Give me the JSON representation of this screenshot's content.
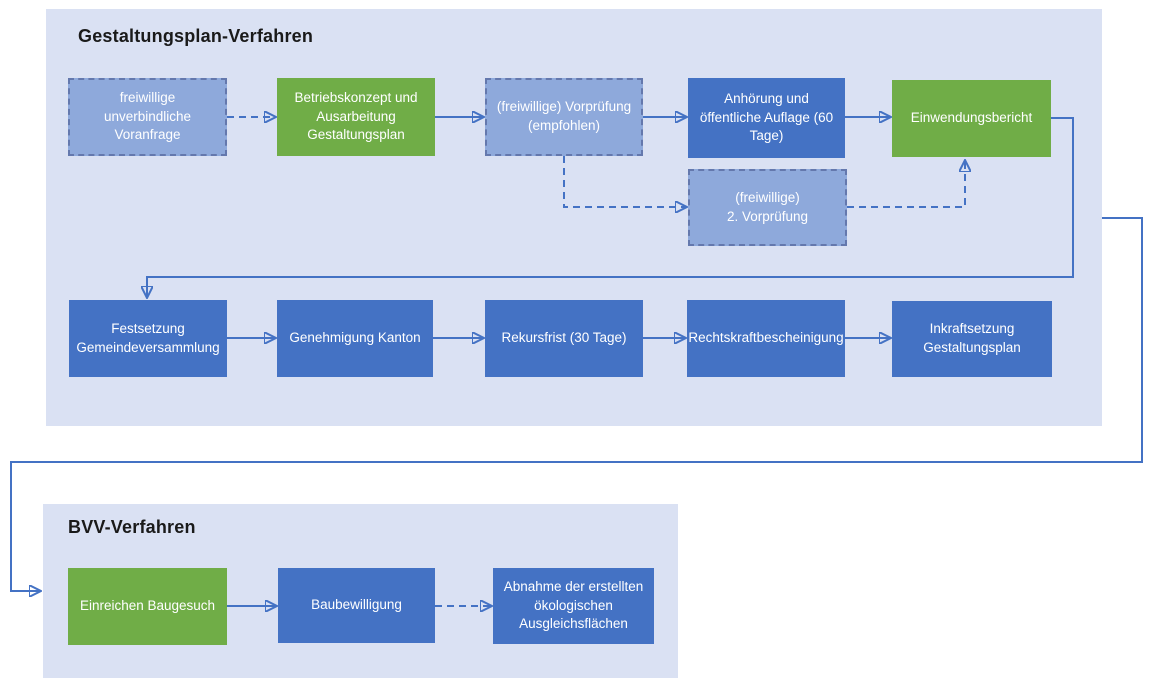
{
  "colors": {
    "process_fill": "#4472c4",
    "milestone_fill": "#70ad47",
    "optional_fill": "#8ea9db",
    "optional_border": "#6478ad",
    "section_background": "#dae1f3",
    "connector": "#4472c4",
    "box_text": "#ffffff",
    "title_text": "#1a1a1a",
    "page_background": "#ffffff"
  },
  "sections": {
    "gestaltungsplan": {
      "title": "Gestaltungsplan-Verfahren",
      "boxes": {
        "voranfrage": {
          "label": "freiwillige unverbindliche\nVoranfrage",
          "type": "optional"
        },
        "betriebskonzept": {
          "label": "Betriebskonzept und\nAusarbeitung\nGestaltungsplan",
          "type": "milestone"
        },
        "vorpruefung": {
          "label": "(freiwillige) Vorprüfung\n(empfohlen)",
          "type": "optional"
        },
        "anhoerung": {
          "label": "Anhörung und\nöffentliche Auflage (60\nTage)",
          "type": "process"
        },
        "einwendungsbericht": {
          "label": "Einwendungsbericht",
          "type": "milestone"
        },
        "vorpruefung2": {
          "label": "(freiwillige)\n2. Vorprüfung",
          "type": "optional"
        },
        "festsetzung": {
          "label": "Festsetzung\nGemeindeversammlung",
          "type": "process"
        },
        "genehmigung": {
          "label": "Genehmigung Kanton",
          "type": "process"
        },
        "rekursfrist": {
          "label": "Rekursfrist (30 Tage)",
          "type": "process"
        },
        "rechtskraft": {
          "label": "Rechtskraftbescheinigung",
          "type": "process"
        },
        "inkraftsetzung": {
          "label": "Inkraftsetzung\nGestaltungsplan",
          "type": "process"
        }
      }
    },
    "bvv": {
      "title": "BVV-Verfahren",
      "boxes": {
        "baugesuch": {
          "label": "Einreichen Baugesuch",
          "type": "milestone"
        },
        "baubewilligung": {
          "label": "Baubewilligung",
          "type": "process"
        },
        "abnahme": {
          "label": "Abnahme der erstellten\nökologischen\nAusgleichsflächen",
          "type": "process"
        }
      }
    }
  },
  "connections": [
    {
      "from": "voranfrage",
      "to": "betriebskonzept",
      "style": "dashed"
    },
    {
      "from": "betriebskonzept",
      "to": "vorpruefung",
      "style": "solid"
    },
    {
      "from": "vorpruefung",
      "to": "anhoerung",
      "style": "solid"
    },
    {
      "from": "anhoerung",
      "to": "einwendungsbericht",
      "style": "solid"
    },
    {
      "from": "vorpruefung",
      "to": "vorpruefung2",
      "style": "dashed"
    },
    {
      "from": "vorpruefung2",
      "to": "einwendungsbericht",
      "style": "dashed"
    },
    {
      "from": "einwendungsbericht",
      "to": "festsetzung",
      "style": "solid"
    },
    {
      "from": "festsetzung",
      "to": "genehmigung",
      "style": "solid"
    },
    {
      "from": "genehmigung",
      "to": "rekursfrist",
      "style": "solid"
    },
    {
      "from": "rekursfrist",
      "to": "rechtskraft",
      "style": "solid"
    },
    {
      "from": "rechtskraft",
      "to": "inkraftsetzung",
      "style": "solid"
    },
    {
      "from": "gestaltungsplan-section",
      "to": "bvv-section",
      "style": "solid"
    },
    {
      "from": "baugesuch",
      "to": "baubewilligung",
      "style": "solid"
    },
    {
      "from": "baubewilligung",
      "to": "abnahme",
      "style": "dashed"
    }
  ]
}
